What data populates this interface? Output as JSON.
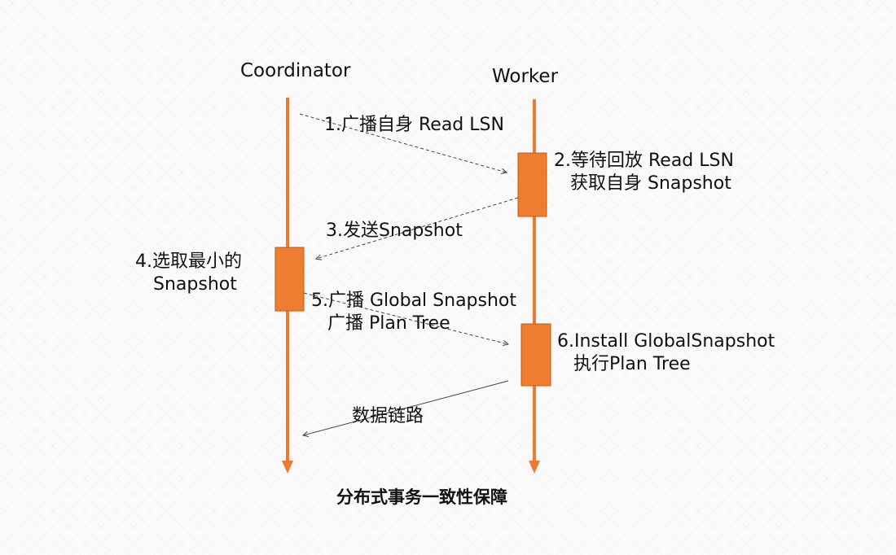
{
  "title": "分布式事务一致性保障",
  "colors": {
    "lifeline": "#ec7a32",
    "activation": "#ed7d31",
    "activation_border": "#c55a11",
    "message": "#444444",
    "text": "#111111"
  },
  "participants": {
    "coordinator": "Coordinator",
    "worker": "Worker"
  },
  "steps": {
    "s1": "1.广播自身 Read LSN",
    "s2": [
      "2.等待回放 Read LSN",
      "获取自身 Snapshot"
    ],
    "s3": "3.发送Snapshot",
    "s4": [
      "4.选取最小的",
      "Snapshot"
    ],
    "s5": [
      "5.广播 Global Snapshot",
      "广播 Plan Tree"
    ],
    "s6": [
      "6.Install GlobalSnapshot",
      "执行Plan Tree"
    ],
    "data_link": "数据链路"
  }
}
